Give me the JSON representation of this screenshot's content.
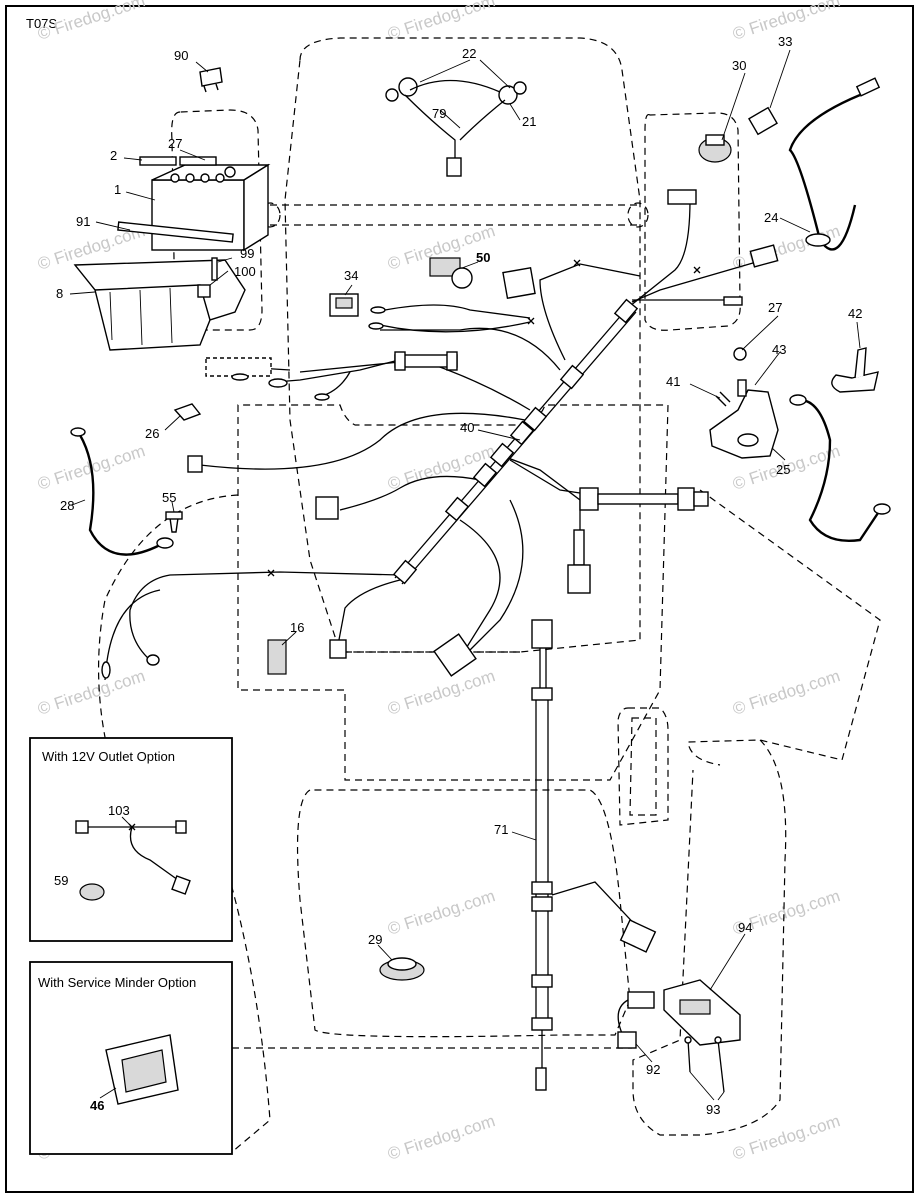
{
  "diagram_code": "T07S",
  "watermark_text": "© Firedog.com",
  "inset_12v": {
    "title": "With 12V Outlet Option",
    "labels": [
      "103",
      "59"
    ]
  },
  "inset_service": {
    "title": "With Service Minder Option",
    "labels": [
      "46"
    ]
  },
  "callouts": {
    "c90": "90",
    "c27a": "27",
    "c2": "2",
    "c1": "1",
    "c91": "91",
    "c99": "99",
    "c100": "100",
    "c8": "8",
    "c22": "22",
    "c79": "79",
    "c21": "21",
    "c30": "30",
    "c33": "33",
    "c24": "24",
    "c34": "34",
    "c50": "50",
    "c27b": "27",
    "c42": "42",
    "c43": "43",
    "c41": "41",
    "c25": "25",
    "c26": "26",
    "c28": "28",
    "c55": "55",
    "c40": "40",
    "c16": "16",
    "c71": "71",
    "c29": "29",
    "c94": "94",
    "c92": "92",
    "c93": "93"
  }
}
